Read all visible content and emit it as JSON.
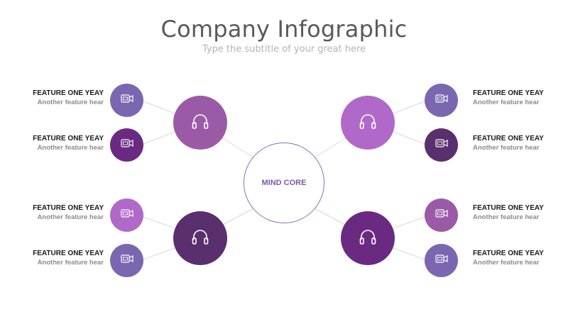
{
  "title": "Company Infographic",
  "subtitle": "Type the subtitle of your great here",
  "core": {
    "label": "MIND CORE"
  },
  "hubs": [
    {
      "color": "#9b5aa6",
      "icon": "headphones-icon"
    },
    {
      "color": "#b069c8",
      "icon": "headphones-icon"
    },
    {
      "color": "#5a2f6e",
      "icon": "headphones-icon"
    },
    {
      "color": "#6b2a82",
      "icon": "headphones-icon"
    }
  ],
  "features": [
    {
      "title": "FEATURE ONE YEAY",
      "subtitle": "Another feature hear",
      "color": "#7b67b0",
      "icon": "video-camera-icon"
    },
    {
      "title": "FEATURE ONE YEAY",
      "subtitle": "Another feature hear",
      "color": "#6b2a82",
      "icon": "video-camera-icon"
    },
    {
      "title": "FEATURE ONE YEAY",
      "subtitle": "Another feature hear",
      "color": "#7b67b0",
      "icon": "video-camera-icon"
    },
    {
      "title": "FEATURE ONE YEAY",
      "subtitle": "Another feature hear",
      "color": "#5a2f6e",
      "icon": "video-camera-icon"
    },
    {
      "title": "FEATURE ONE YEAY",
      "subtitle": "Another feature hear",
      "color": "#b069c8",
      "icon": "video-camera-icon"
    },
    {
      "title": "FEATURE ONE YEAY",
      "subtitle": "Another feature hear",
      "color": "#7b67b0",
      "icon": "video-camera-icon"
    },
    {
      "title": "FEATURE ONE YEAY",
      "subtitle": "Another feature hear",
      "color": "#9b5aa6",
      "icon": "video-camera-icon"
    },
    {
      "title": "FEATURE ONE YEAY",
      "subtitle": "Another feature hear",
      "color": "#7b67b0",
      "icon": "video-camera-icon"
    }
  ],
  "colors": {
    "link": "#d9d9d9",
    "core_border": "#8a6fb0",
    "core_text": "#7b5aa6"
  }
}
